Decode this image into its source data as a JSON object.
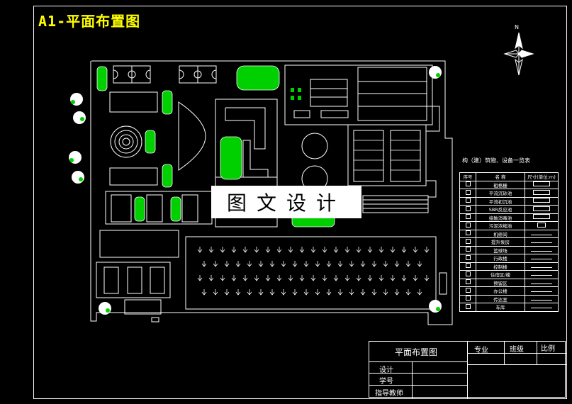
{
  "page": {
    "title": "A1-平面布置图"
  },
  "compass": {
    "label": "N"
  },
  "watermark": {
    "text": "图文设计"
  },
  "legend": {
    "title": "构（建）筑物、设备一览表",
    "headers": [
      "序号",
      "名  称",
      "尺寸(单位:m)"
    ],
    "rows": [
      {
        "name": "粗格栅",
        "sym": "wide"
      },
      {
        "name": "平流沉砂池",
        "sym": "wide"
      },
      {
        "name": "平流初沉池",
        "sym": "wide"
      },
      {
        "name": "SBR反应池",
        "sym": "wide"
      },
      {
        "name": "接触消毒池",
        "sym": "wide"
      },
      {
        "name": "污泥浓缩池",
        "sym": "small"
      },
      {
        "name": "机修间",
        "sym": "line"
      },
      {
        "name": "提升泵房",
        "sym": "line"
      },
      {
        "name": "篮球场",
        "sym": "line"
      },
      {
        "name": "行政楼",
        "sym": "line"
      },
      {
        "name": "控制楼",
        "sym": "line"
      },
      {
        "name": "住宿区/楼",
        "sym": "line"
      },
      {
        "name": "预留区",
        "sym": "line"
      },
      {
        "name": "办公楼",
        "sym": "line"
      },
      {
        "name": "传达室",
        "sym": "line"
      },
      {
        "name": "车库",
        "sym": "line"
      }
    ]
  },
  "titleblock": {
    "drawing_name": "平面布置图",
    "major": "专业",
    "class": "班级",
    "scale": "比例",
    "design": "设计",
    "student_id": "学号",
    "advisor": "指导教师"
  },
  "colors": {
    "line": "#ffffff",
    "tree": "#00ff00",
    "title": "#ffff00",
    "background": "#000000"
  }
}
